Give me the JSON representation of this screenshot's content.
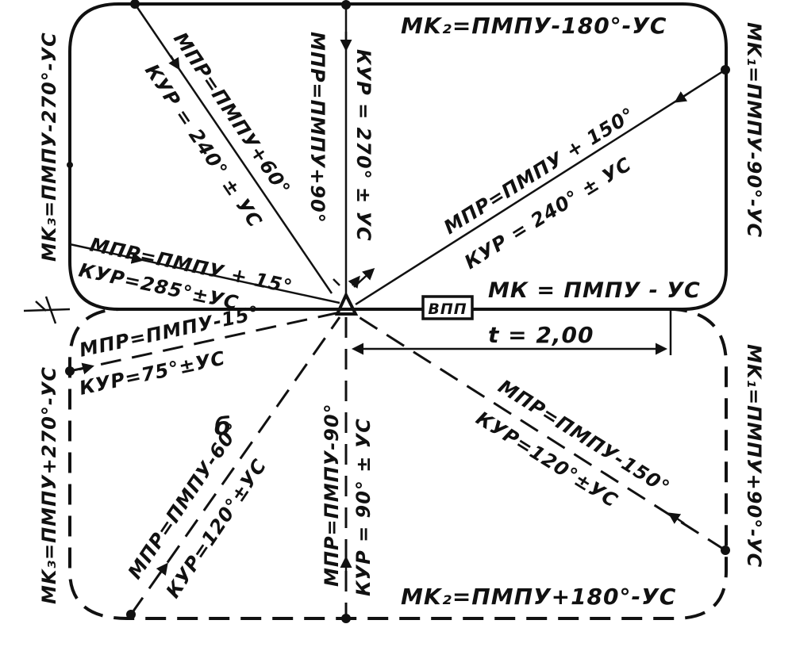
{
  "labels": {
    "top_title": "MK₂=ПМПУ-180°-УС",
    "top_left_radial": "МПР=ПМПУ+60°",
    "top_left_radial_kur": "КУР = 240° ± УС",
    "top_vertical": "МПР=ПМПУ+90°",
    "top_vertical_kur": "КУР = 270° ± УС",
    "top_right_radial": "МПР=ПМПУ + 150°",
    "top_right_radial_kur": "КУР = 240° ± УС",
    "left_top_vertical": "MK₃=ПМПУ-270°-УС",
    "right_top_vertical": "MK₁=ПМПУ-90°-УС",
    "left_upper_radial": "МПР=ПМПУ + 15°",
    "left_upper_radial_kur": "КУР=285°±УС",
    "runway_course": "МК = ПМПУ - УС",
    "runway_label": "ВПП",
    "time_label": "t = 2,00",
    "left_lower_radial": "МПР=ПМПУ-15°",
    "left_lower_radial_kur": "КУР=75°±УС",
    "left_bottom_vertical": "MK₃=ПМПУ+270°-УС",
    "right_bottom_vertical": "MK₁=ПМПУ+90°-УС",
    "bottom_left_radial": "МПР=ПМПУ-60°",
    "bottom_left_radial_kur": "КУР=120°±УС",
    "bottom_vertical": "МПР=ПМПУ-90°",
    "bottom_vertical_kur": "КУР = 90° ± УС",
    "bottom_right_radial": "МПР=ПМПУ-150°",
    "bottom_right_radial_kur": "КУР=120°±УС",
    "bottom_title": "MK₂=ПМПУ+180°-УС",
    "b_mark": "б"
  }
}
